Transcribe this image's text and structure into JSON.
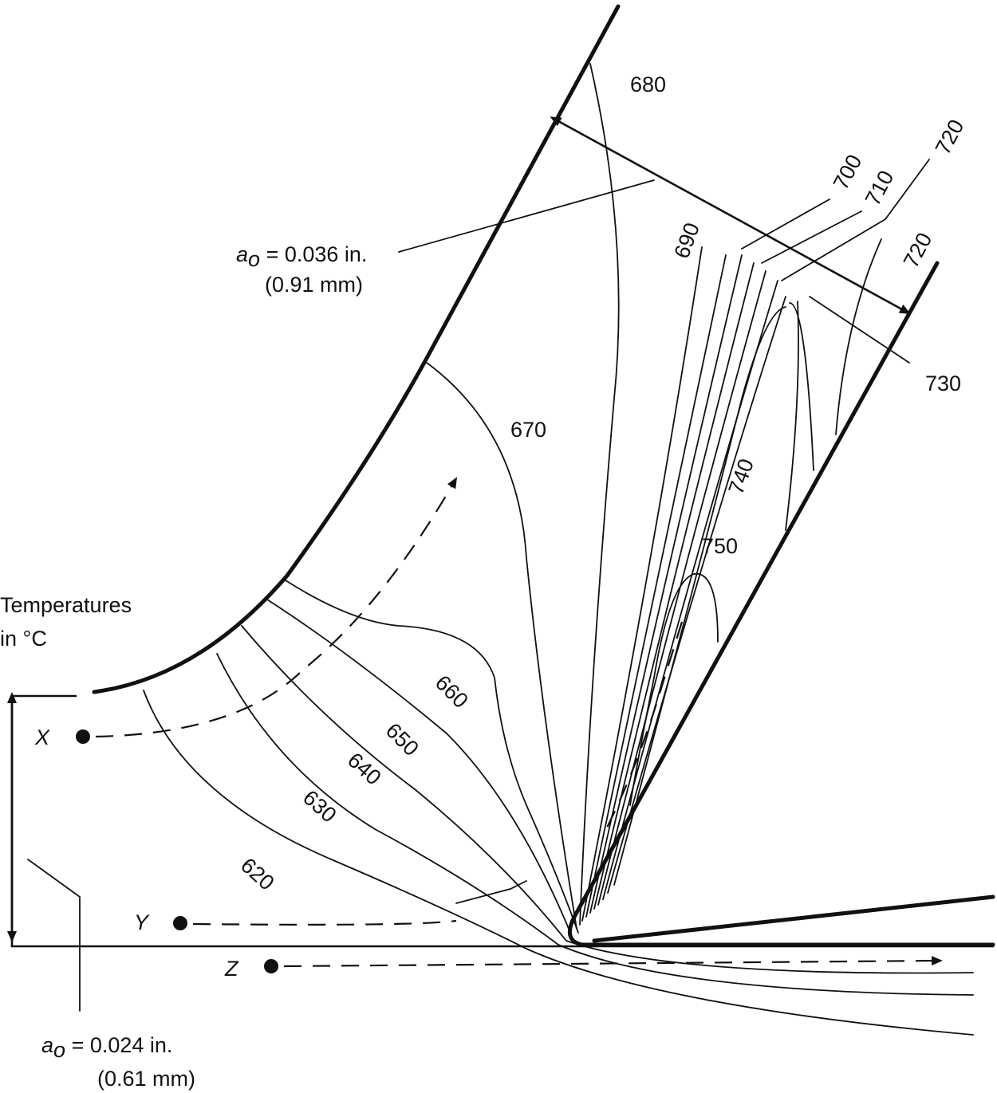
{
  "legend": {
    "line1": "Temperatures",
    "line2": "in °C"
  },
  "annotations": {
    "chip_thickness": {
      "symbol": "a",
      "subscript": "o",
      "value": " = 0.036 in.",
      "metric": "(0.91 mm)"
    },
    "uncut_thickness": {
      "symbol": "a",
      "subscript": "o",
      "value": " = 0.024 in.",
      "metric": "(0.61 mm)"
    }
  },
  "isotherms": {
    "t620": "620",
    "t630": "630",
    "t640": "640",
    "t650": "650",
    "t660": "660",
    "t670": "670",
    "t680": "680",
    "t690": "690",
    "t700": "700",
    "t710": "710",
    "t720a": "720",
    "t720b": "720",
    "t730": "730",
    "t740": "740",
    "t750": "750"
  },
  "points": {
    "x": "X",
    "y": "Y",
    "z": "Z"
  }
}
